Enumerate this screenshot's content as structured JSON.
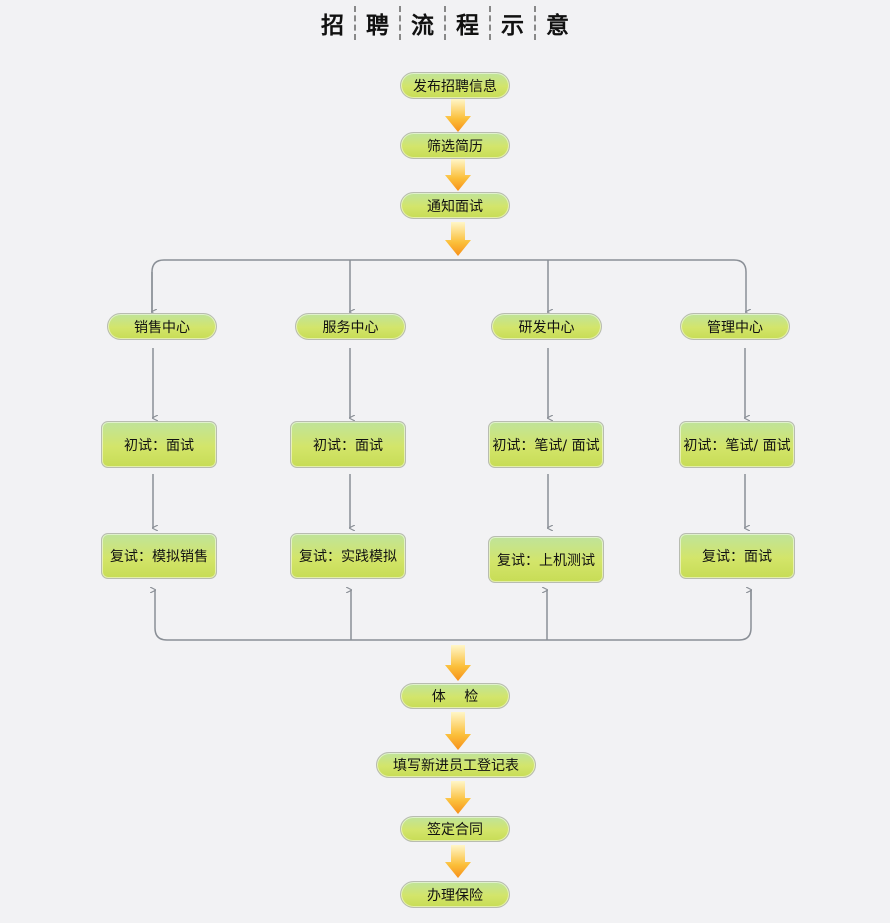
{
  "title": [
    "招",
    "聘",
    "流",
    "程",
    "示",
    "意"
  ],
  "steps_top": [
    "发布招聘信息",
    "筛选简历",
    "通知面试"
  ],
  "centers": [
    {
      "name": "销售中心",
      "first": "初试：面试",
      "second": "复试：模拟销售"
    },
    {
      "name": "服务中心",
      "first": "初试：面试",
      "second": "复试：实践模拟"
    },
    {
      "name": "研发中心",
      "first": "初试：笔试/ 面试",
      "second": "复试：上机测试"
    },
    {
      "name": "管理中心",
      "first": "初试：笔试/ 面试",
      "second": "复试：面试"
    }
  ],
  "steps_bottom": [
    "体　 检",
    "填写新进员工登记表",
    "签定合同",
    "办理保险"
  ],
  "colors": {
    "arrow": "#f7941d",
    "line": "#8a8f96",
    "node": "#cde168"
  }
}
